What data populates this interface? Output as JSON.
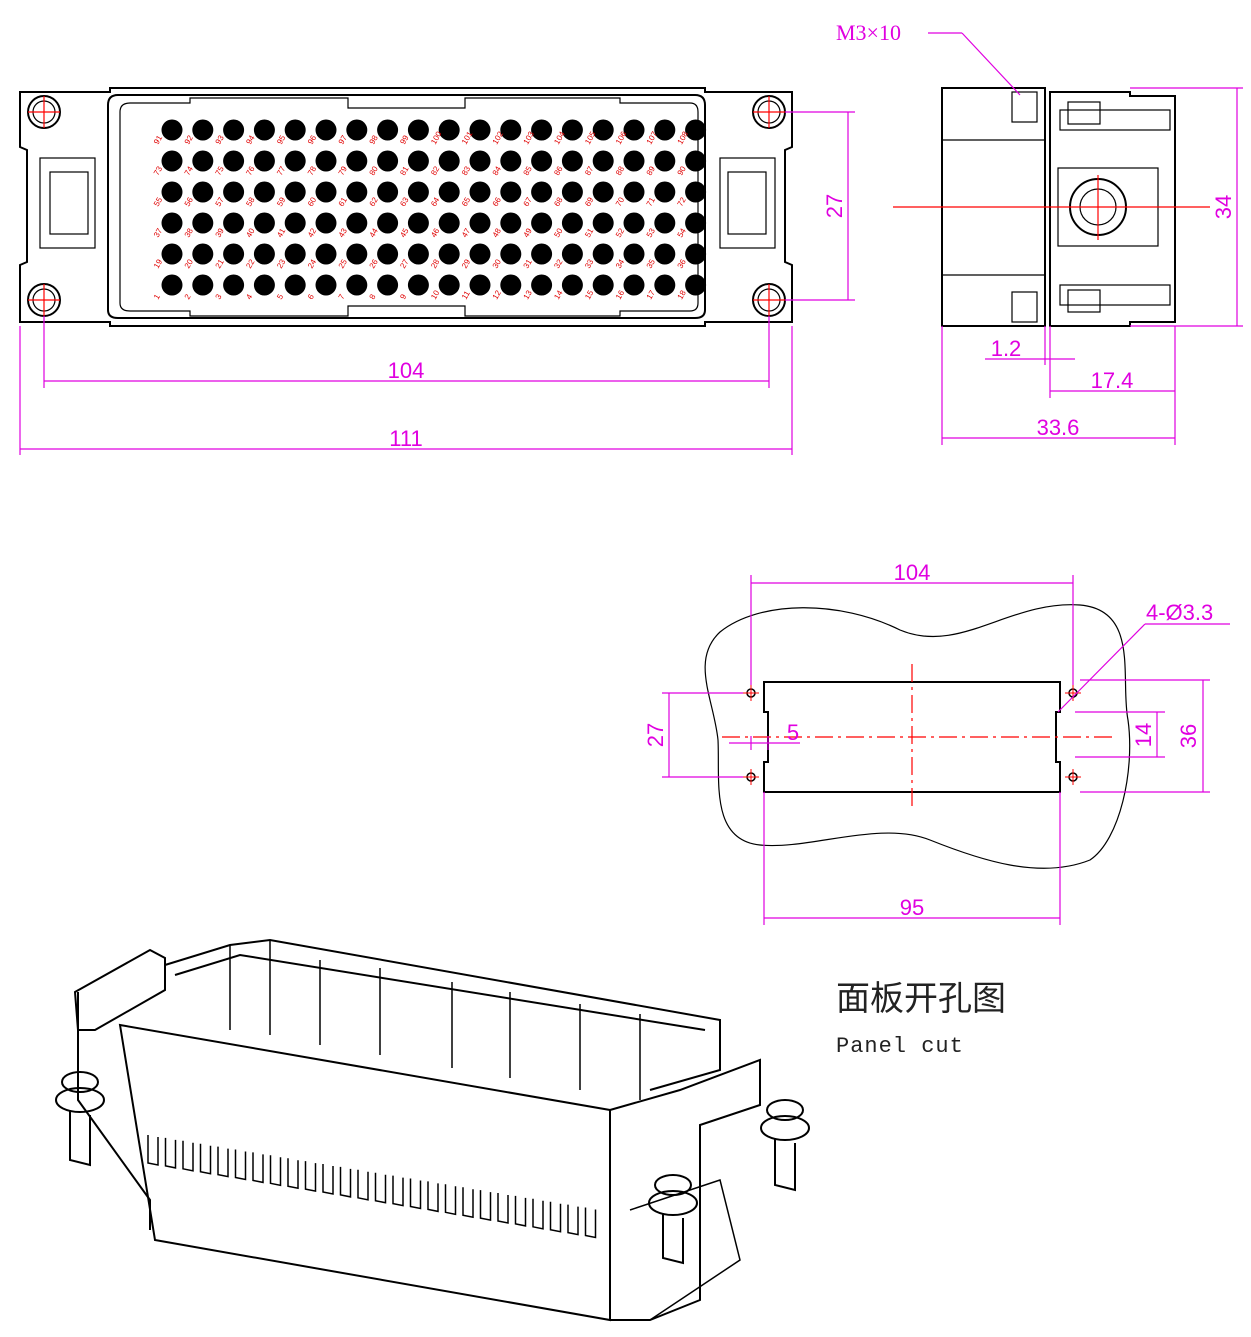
{
  "front_view": {
    "dim_width_holes": "104",
    "dim_width_total": "111",
    "dim_height_holes": "27",
    "pin_rows_top_to_bottom": [
      [
        "91",
        "92",
        "93",
        "94",
        "95",
        "96",
        "97",
        "98",
        "99",
        "100",
        "101",
        "102",
        "103",
        "104",
        "105",
        "106",
        "107",
        "108"
      ],
      [
        "73",
        "74",
        "75",
        "76",
        "77",
        "78",
        "79",
        "80",
        "81",
        "82",
        "83",
        "84",
        "85",
        "86",
        "87",
        "88",
        "89",
        "90"
      ],
      [
        "55",
        "56",
        "57",
        "58",
        "59",
        "60",
        "61",
        "62",
        "63",
        "64",
        "65",
        "66",
        "67",
        "68",
        "69",
        "70",
        "71",
        "72"
      ],
      [
        "37",
        "38",
        "39",
        "40",
        "41",
        "42",
        "43",
        "44",
        "45",
        "46",
        "47",
        "48",
        "49",
        "50",
        "51",
        "52",
        "53",
        "54"
      ],
      [
        "19",
        "20",
        "21",
        "22",
        "23",
        "24",
        "25",
        "26",
        "27",
        "28",
        "29",
        "30",
        "31",
        "32",
        "33",
        "34",
        "35",
        "36"
      ],
      [
        "1",
        "2",
        "3",
        "4",
        "5",
        "6",
        "7",
        "8",
        "9",
        "10",
        "11",
        "12",
        "13",
        "14",
        "15",
        "16",
        "17",
        "18"
      ]
    ]
  },
  "side_view": {
    "screw_label": "M3×10",
    "dim_height": "34",
    "dim_offset": "1.2",
    "dim_body": "17.4",
    "dim_depth": "33.6"
  },
  "panel_cut": {
    "dim_hole_spacing_x": "104",
    "dim_hole_note": "4-Ø3.3",
    "dim_hole_spacing_y": "27",
    "dim_notch": "5",
    "dim_notch_height": "14",
    "dim_cut_height": "36",
    "dim_cut_width": "95",
    "caption_cn": "面板开孔图",
    "caption_en": "Panel cut"
  },
  "colors": {
    "dimension": "#e000e0",
    "centerline": "#ff0000",
    "outline": "#000000"
  }
}
